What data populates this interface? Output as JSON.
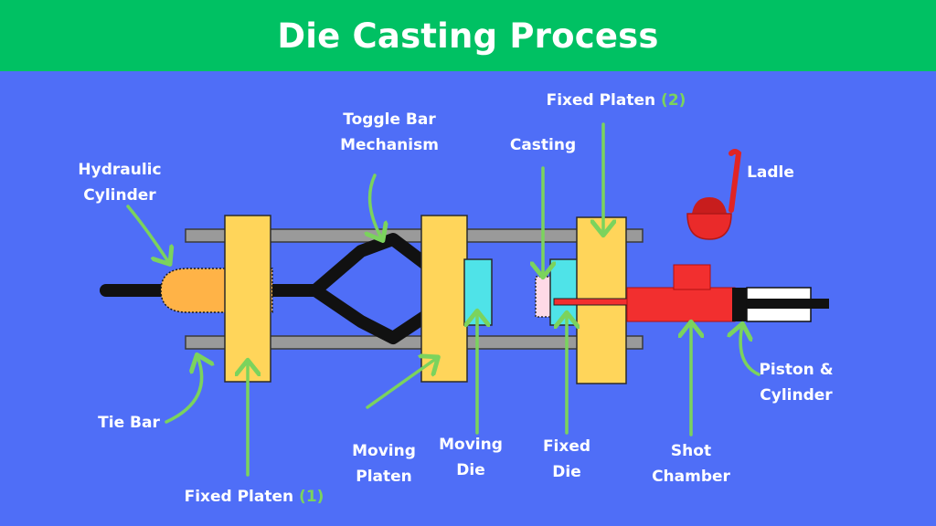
{
  "title": "Die Casting Process",
  "colors": {
    "background": "#4f6ef7",
    "header": "#00c163",
    "platen": "#ffd55a",
    "die": "#4fe3e8",
    "shot_chamber": "#f22f2f",
    "arrow": "#7bd35d",
    "tie_bar": "#9a9a9a",
    "hydraulic_cylinder": "#ffb347"
  },
  "labels": {
    "hydraulic_cylinder": [
      "Hydraulic",
      "Cylinder"
    ],
    "toggle_bar": [
      "Toggle Bar",
      "Mechanism"
    ],
    "casting": "Casting",
    "fixed_platen_2": {
      "text": "Fixed Platen",
      "num": "(2)"
    },
    "ladle": "Ladle",
    "tie_bar": "Tie Bar",
    "fixed_platen_1": {
      "text": "Fixed Platen",
      "num": "(1)"
    },
    "moving_platen": [
      "Moving",
      "Platen"
    ],
    "moving_die": [
      "Moving",
      "Die"
    ],
    "fixed_die": [
      "Fixed",
      "Die"
    ],
    "shot_chamber": [
      "Shot",
      "Chamber"
    ],
    "piston_cylinder": [
      "Piston &",
      "Cylinder"
    ]
  }
}
